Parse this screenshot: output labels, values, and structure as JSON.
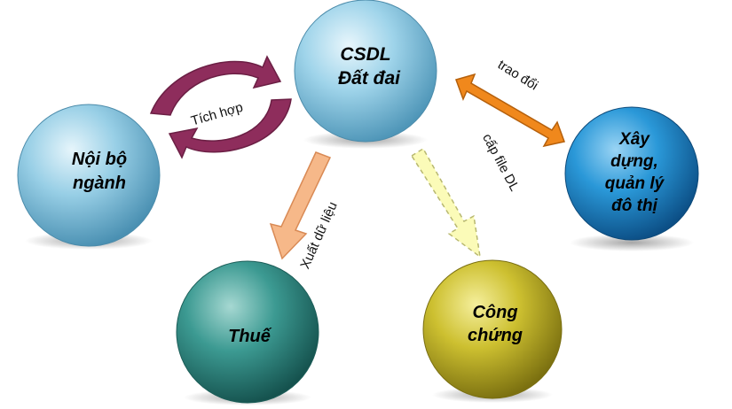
{
  "diagram": {
    "nodes": {
      "csdl": {
        "lines": [
          "CSDL",
          "Đất đai"
        ],
        "color": "#8ccbe6"
      },
      "noibo": {
        "lines": [
          "Nội bộ",
          "ngành"
        ],
        "color": "#8cc8e2"
      },
      "xaydung": {
        "lines": [
          "Xây",
          "dựng,",
          "quản lý",
          "đô thị"
        ],
        "color": "#1e8ed0"
      },
      "thue": {
        "lines": [
          "Thuế"
        ],
        "color": "#2e8c86"
      },
      "congchung": {
        "lines": [
          "Công",
          "chứng"
        ],
        "color": "#c9bd28"
      }
    },
    "edges": {
      "tich_hop": {
        "label": "Tích hợp",
        "color": "#8e2d5c"
      },
      "trao_doi": {
        "label": "trao đổi",
        "color": "#f0881c"
      },
      "xuat_du_lieu": {
        "label": "Xuất dữ liệu",
        "color": "#f6b889"
      },
      "cap_file": {
        "label": "cấp file DL",
        "color": "#fbfbb8"
      }
    }
  }
}
